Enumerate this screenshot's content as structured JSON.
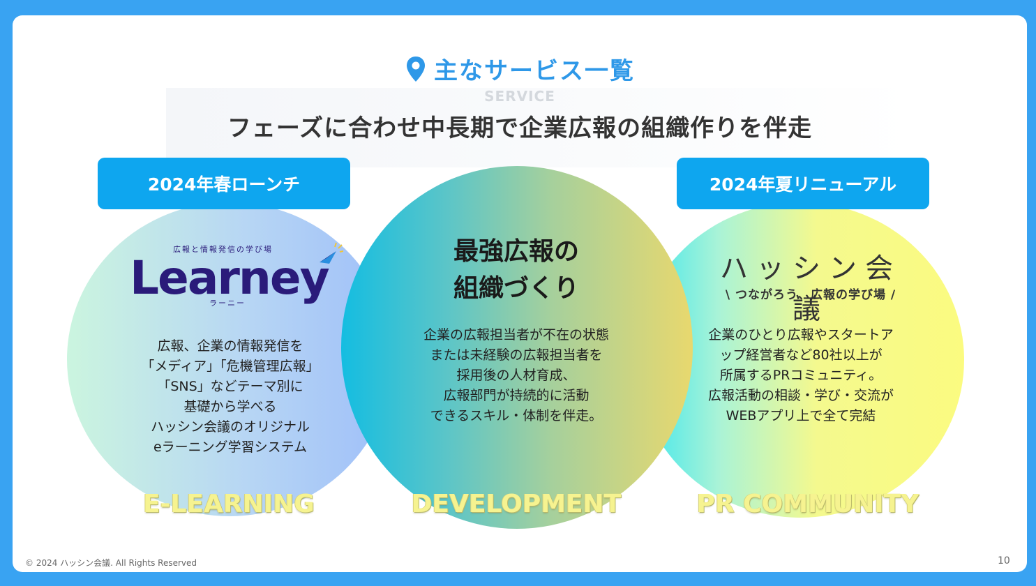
{
  "header": {
    "title": "主なサービス一覧",
    "icon": "location-pin-icon",
    "accent": "#2e98e8"
  },
  "banner": {
    "subtitle": "SERVICE",
    "tagline": "フェーズに合わせ中長期で企業広報の組織作りを伴走"
  },
  "left": {
    "tag": "2024年春ローンチ",
    "logo": {
      "small": "広報と情報発信の学び場",
      "main": "Learney",
      "kana": "ラーニー"
    },
    "desc": [
      "広報、企業の情報発信を",
      "「メディア」「危機管理広報」",
      "「SNS」などテーマ別に",
      "基礎から学べる",
      "ハッシン会議のオリジナル",
      "eラーニング学習システム"
    ],
    "label": "E-LEARNING"
  },
  "middle": {
    "headline": [
      "最強広報の",
      "組織づくり"
    ],
    "desc": [
      "企業の広報担当者が不在の状態",
      "または未経験の広報担当者を",
      "採用後の人材育成、",
      "広報部門が持続的に活動",
      "できるスキル・体制を伴走。"
    ],
    "label": "DEVELOPMENT"
  },
  "right": {
    "tag": "2024年夏リニューアル",
    "logo": {
      "main": "ハッシン会議",
      "sub": "\\ つながろう、広報の学び場 /"
    },
    "desc": [
      "企業のひとり広報やスタートア",
      "ップ経営者など80社以上が",
      "所属するPRコミュニティ。",
      "広報活動の相談・学び・交流が",
      "WEBアプリ上で全て完結"
    ],
    "label": "PR COMMUNITY"
  },
  "footer": {
    "copyright": "© 2024 ハッシン会議. All Rights Reserved",
    "page": "10"
  },
  "colors": {
    "frame": "#39a3f2",
    "tag": "#0ea6ef",
    "logo": "#2a1b7a"
  }
}
